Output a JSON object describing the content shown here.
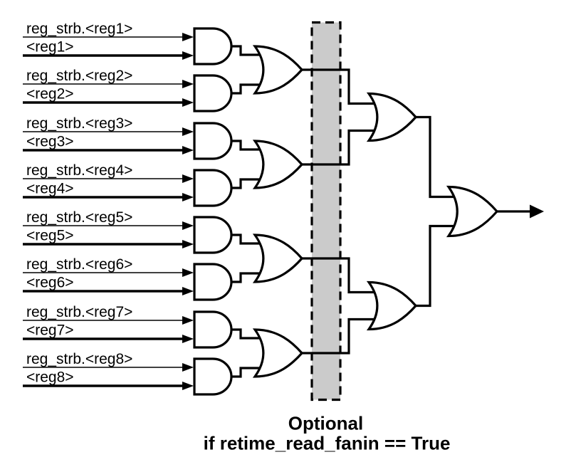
{
  "note": {
    "line1": "Optional",
    "line2": "if retime_read_fanin == True"
  },
  "inputs": [
    {
      "strobe": "reg_strb.<reg1>",
      "value": "<reg1>"
    },
    {
      "strobe": "reg_strb.<reg2>",
      "value": "<reg2>"
    },
    {
      "strobe": "reg_strb.<reg3>",
      "value": "<reg3>"
    },
    {
      "strobe": "reg_strb.<reg4>",
      "value": "<reg4>"
    },
    {
      "strobe": "reg_strb.<reg5>",
      "value": "<reg5>"
    },
    {
      "strobe": "reg_strb.<reg6>",
      "value": "<reg6>"
    },
    {
      "strobe": "reg_strb.<reg7>",
      "value": "<reg7>"
    },
    {
      "strobe": "reg_strb.<reg8>",
      "value": "<reg8>"
    }
  ],
  "structure": {
    "level1_and_gates": 8,
    "level2_or_gates": 4,
    "level3_or_gates": 2,
    "final_or_gates": 1
  },
  "colors": {
    "stroke": "#000000",
    "optional_region_fill": "#cbcbcb",
    "background": "#ffffff"
  }
}
